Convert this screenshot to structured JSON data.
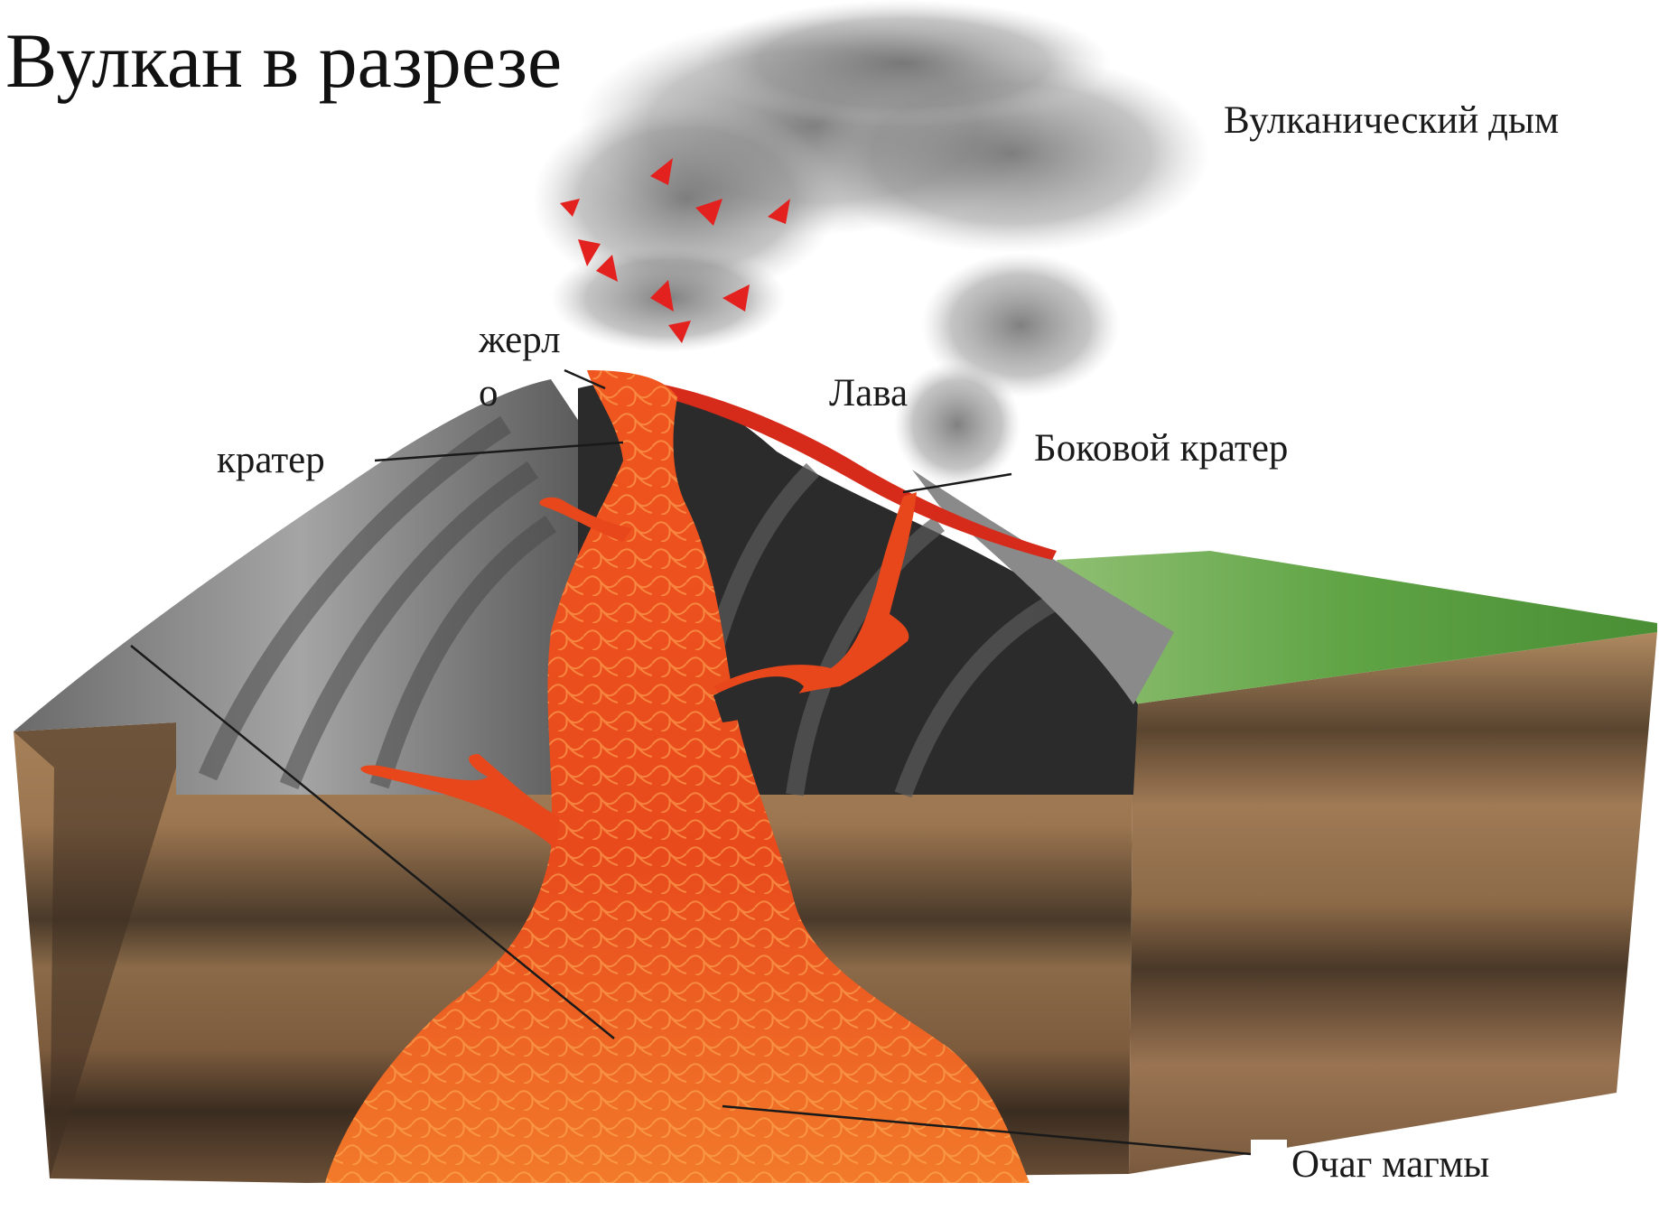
{
  "title": "Вулкан в разрезе",
  "labels": {
    "smoke": "Вулканический дым",
    "vent_line1": "жерл",
    "vent_line2": "о",
    "lava": "Лава",
    "crater": "кратер",
    "side_crater": "Боковой кратер",
    "magma_chamber": "Очаг магмы"
  },
  "colors": {
    "lava": "#e8471c",
    "lava_dark": "#c2300f",
    "ash_light": "#9a9a9a",
    "ash_dark": "#2b2b2b",
    "grass": "#5ea344",
    "soil": "#9b7550",
    "soil_dark": "#3f3022",
    "smoke": "#6f6f6f"
  }
}
